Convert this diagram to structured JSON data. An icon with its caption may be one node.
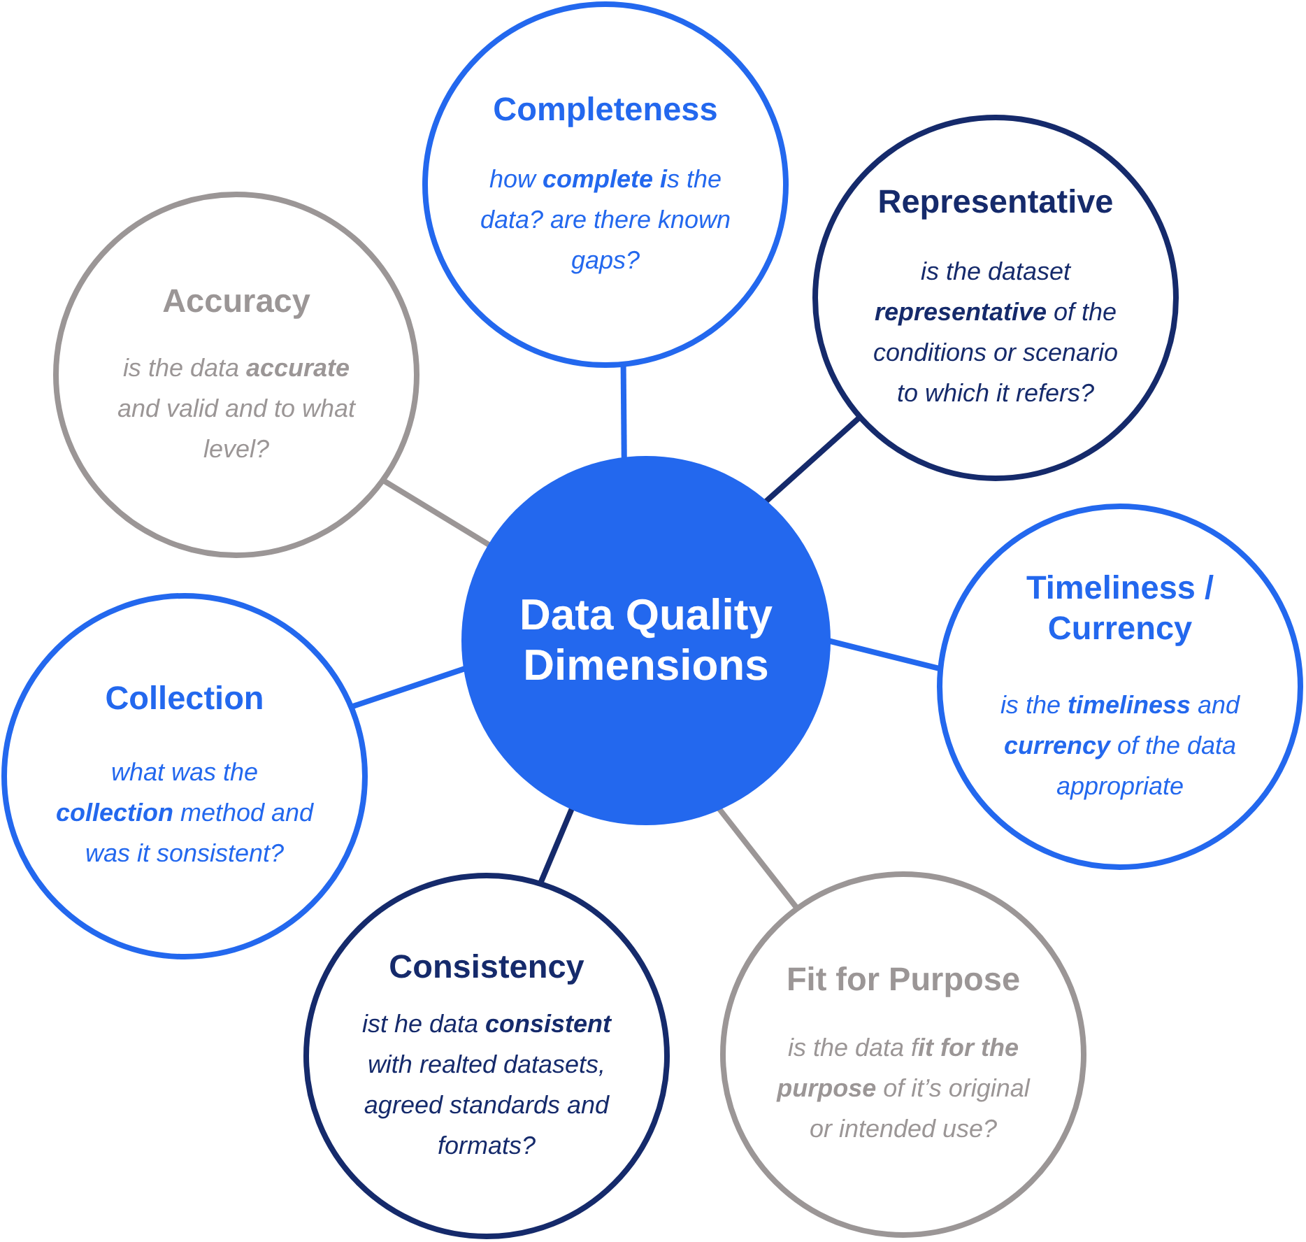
{
  "diagram": {
    "nodes": [
      {
        "text": [
          "Data Quality Dimensions"
        ]
      },
      {
        "text": [
          "Completeness",
          "how **complete i**s the data? are there known gaps?"
        ]
      },
      {
        "text": [
          "Representative",
          "is the dataset **representative** of the conditions or scenario to which it refers?"
        ]
      },
      {
        "text": [
          "Accuracy",
          "is the data **accurate** and valid and to what level?"
        ]
      },
      {
        "text": [
          "Timeliness / Currency",
          "is the **timeliness** and **currency** of the data appropriate"
        ]
      },
      {
        "text": [
          "Collection",
          "what was the **collection** method and was it sonsistent?"
        ]
      },
      {
        "text": [
          "Consistency",
          "ist he data **consistent** with realted datasets, agreed standards and formats?"
        ]
      },
      {
        "text": [
          "Fit for Purpose",
          "is the data f**it for the purpose** of it’s original or intended use?"
        ]
      }
    ],
    "edges": [
      {
        "from": 0,
        "to": 1,
        "arrow": "none"
      },
      {
        "from": 0,
        "to": 2,
        "arrow": "none",
        "color": "#152a6b"
      },
      {
        "from": 0,
        "to": 3,
        "arrow": "none",
        "color": "#9b9696"
      },
      {
        "from": 0,
        "to": 4,
        "arrow": "none"
      },
      {
        "from": 0,
        "to": 5,
        "arrow": "none"
      },
      {
        "from": 0,
        "to": 6,
        "arrow": "none",
        "color": "#152a6b"
      },
      {
        "from": 0,
        "to": 7,
        "arrow": "none",
        "color": "#9b9696"
      }
    ]
  }
}
